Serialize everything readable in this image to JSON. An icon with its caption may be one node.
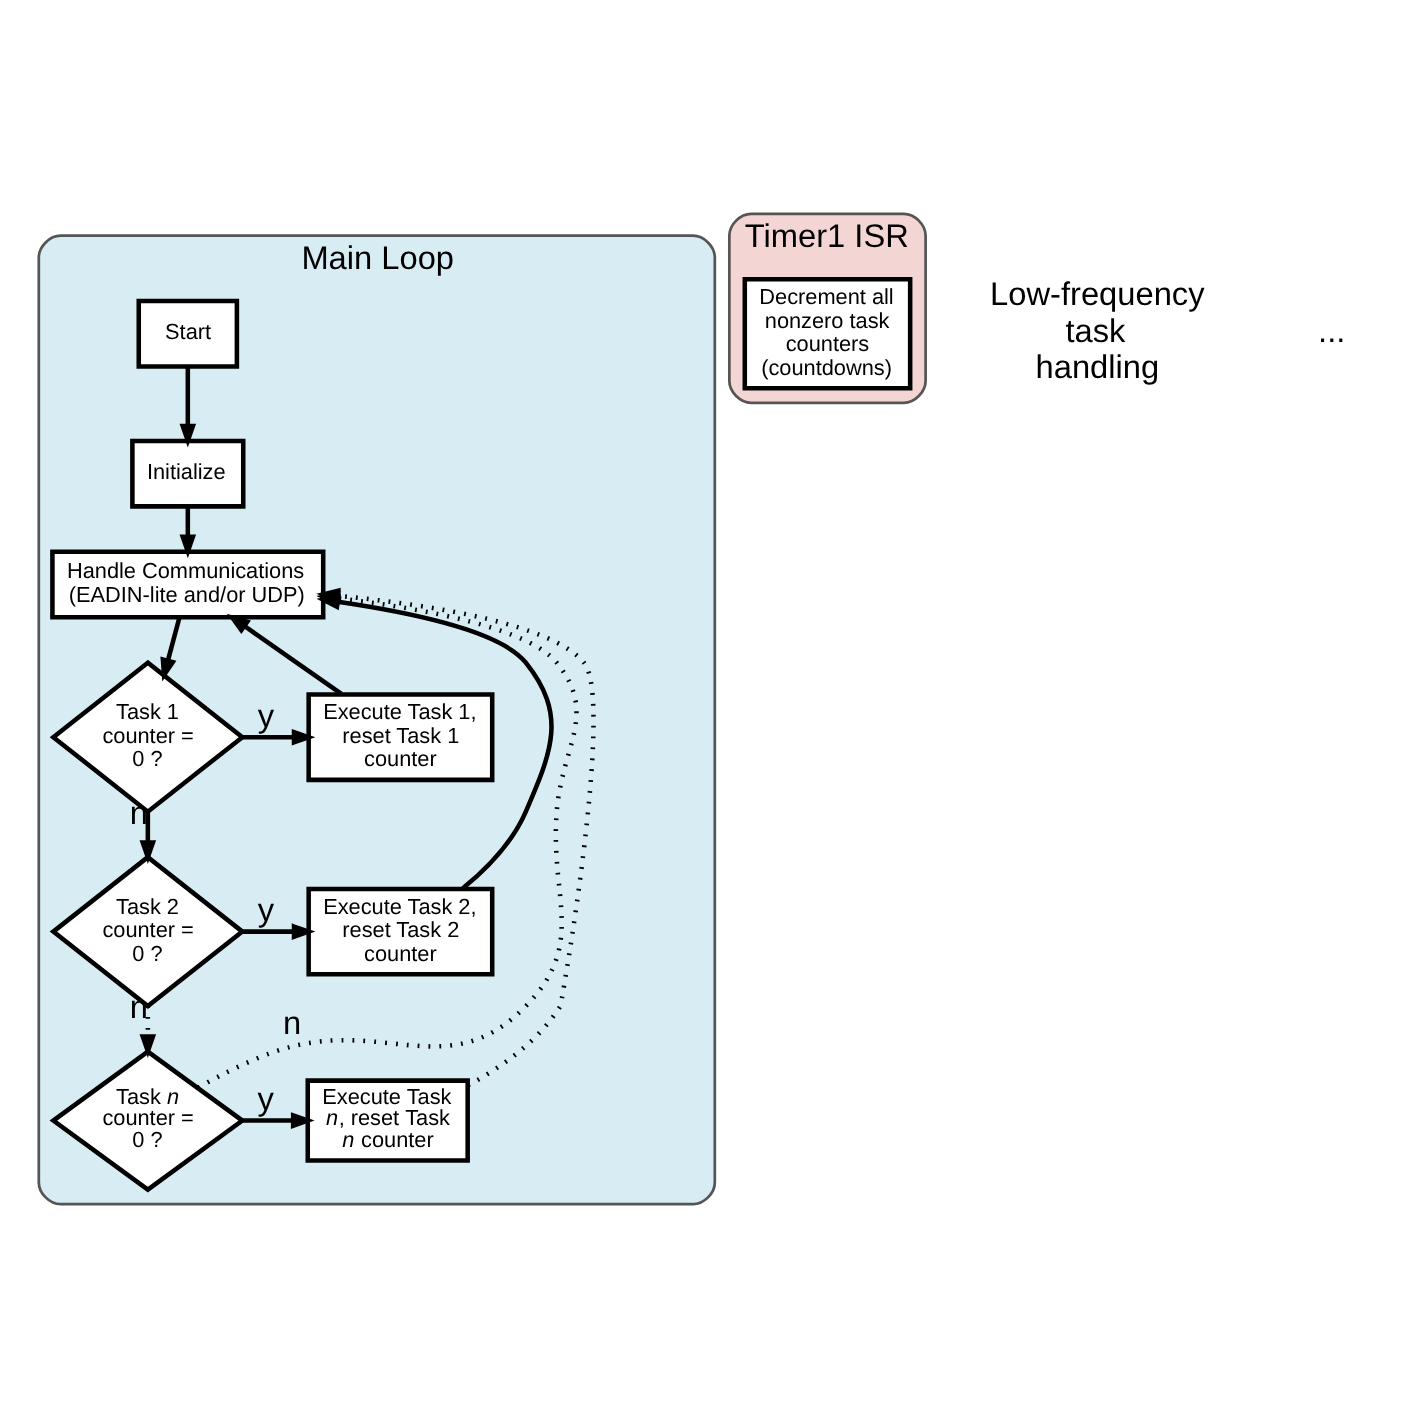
{
  "diagram": {
    "nodes": [
      {
        "text": [
          "Main Loop"
        ]
      },
      {
        "text": [
          "Start"
        ],
        "in": 0
      },
      {
        "text": [
          "Initialize"
        ],
        "in": 0
      },
      {
        "text": [
          "Handle Communications (EADIN-lite and/or UDP)"
        ],
        "in": 0
      },
      {
        "text": [
          "Task 1 counter = 0 ?"
        ],
        "in": 0
      },
      {
        "text": [
          "Execute Task 1, reset Task 1 counter"
        ],
        "in": 0
      },
      {
        "text": [
          "Task 2 counter = 0 ?"
        ],
        "in": 0
      },
      {
        "text": [
          "Execute Task 2, reset Task 2 counter"
        ],
        "in": 0
      },
      {
        "text": [
          "Task *n* counter = 0 ?"
        ],
        "in": 0
      },
      {
        "text": [
          "Execute Task *n*, reset Task *n* counter"
        ],
        "in": 0
      },
      {
        "text": [
          "Timer1 ISR"
        ]
      },
      {
        "text": [
          "Decrement all nonzero task counters (countdowns)"
        ],
        "in": 10
      }
    ],
    "edges": [
      {
        "from": 1,
        "to": 2,
        "arrow": "to"
      },
      {
        "from": 2,
        "to": 3,
        "arrow": "to"
      },
      {
        "from": 3,
        "to": 4,
        "arrow": "to"
      },
      {
        "from": 4,
        "to": 5,
        "arrow": "to",
        "label": "y"
      },
      {
        "from": 4,
        "to": 6,
        "arrow": "to",
        "label": "n"
      },
      {
        "from": 6,
        "to": 7,
        "arrow": "to",
        "label": "y"
      },
      {
        "from": 6,
        "to": 8,
        "arrow": "to",
        "label": "n",
        "style": "dashed"
      },
      {
        "from": 8,
        "to": 9,
        "arrow": "to",
        "label": "y"
      },
      {
        "from": 5,
        "to": 3,
        "arrow": "to"
      },
      {
        "from": 7,
        "to": 3,
        "arrow": "to"
      },
      {
        "from": 9,
        "to": 3,
        "arrow": "to",
        "style": "dashed"
      },
      {
        "from": 8,
        "to": 3,
        "arrow": "to",
        "label": "n",
        "style": "dashed"
      }
    ],
    "labels": [
      "Low-frequency task handling",
      "..."
    ]
  }
}
